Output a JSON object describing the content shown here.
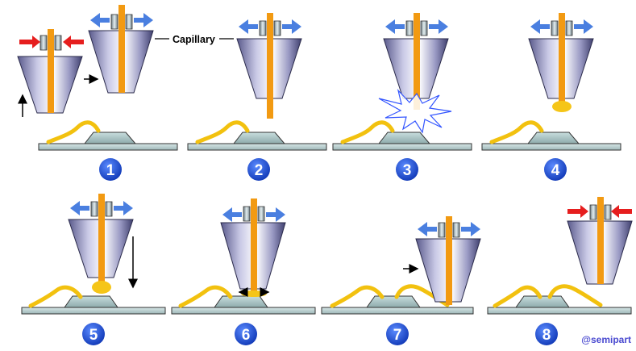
{
  "labels": {
    "capillary": "Capillary",
    "watermark": "@semipart"
  },
  "steps": [
    {
      "number": "1"
    },
    {
      "number": "2"
    },
    {
      "number": "3"
    },
    {
      "number": "4"
    },
    {
      "number": "5"
    },
    {
      "number": "6"
    },
    {
      "number": "7"
    },
    {
      "number": "8"
    }
  ],
  "colors": {
    "wire": "#f29a12",
    "lead_wire": "#f2c10f",
    "ball": "#f5c518",
    "clamp_arrow_blue": "#4a7fe0",
    "clamp_arrow_red": "#e61e1e",
    "badge": "#1b4fd6",
    "board": "#b9cfd0",
    "spark": "#3355ff"
  }
}
